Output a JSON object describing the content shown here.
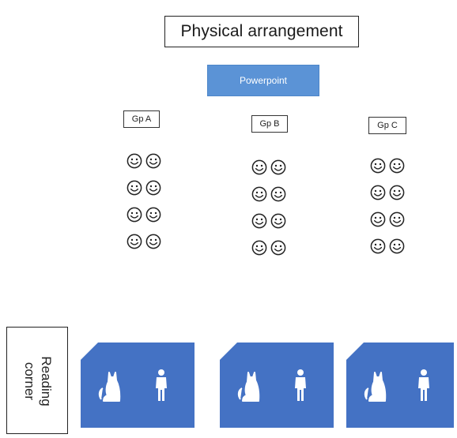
{
  "title": "Physical arrangement",
  "screen": {
    "label": "Powerpoint",
    "color": "#5b93d6"
  },
  "groups": [
    {
      "label": "Gp A",
      "smiley_rows": 4,
      "smileys_per_row": 2
    },
    {
      "label": "Gp B",
      "smiley_rows": 4,
      "smileys_per_row": 2
    },
    {
      "label": "Gp C",
      "smiley_rows": 4,
      "smileys_per_row": 2
    }
  ],
  "reading_corner": {
    "label_line1": "Reading",
    "label_line2": "corner"
  },
  "tables": [
    {
      "icons": [
        "cat-icon",
        "person-icon"
      ],
      "color": "#4472c4"
    },
    {
      "icons": [
        "cat-icon",
        "person-icon"
      ],
      "color": "#4472c4"
    },
    {
      "icons": [
        "cat-icon",
        "person-icon"
      ],
      "color": "#4472c4"
    }
  ]
}
